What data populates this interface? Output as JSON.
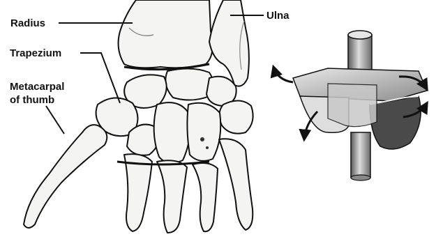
{
  "labels": {
    "radius": "Radius",
    "ulna": "Ulna",
    "trapezium": "Trapezium",
    "metacarpal_line1": "Metacarpal",
    "metacarpal_line2": "of thumb"
  },
  "colors": {
    "ink": "#111111",
    "bone": "#f4f4f2",
    "shade": "#9a9a9a",
    "dark": "#4a4a4a",
    "background": "#ffffff"
  },
  "icons": {
    "joint_model": "saddle-joint-model",
    "rotation_arrows": "curved-arrow-icon"
  }
}
